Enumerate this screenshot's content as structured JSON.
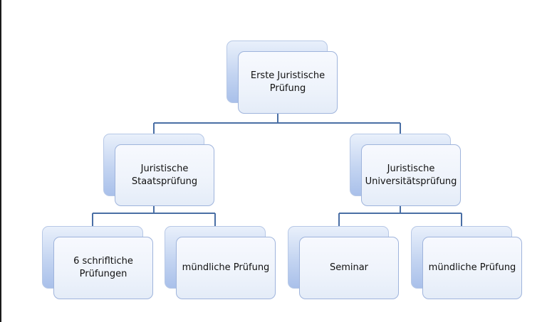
{
  "nodes": {
    "root": "Erste Juristische\nPrüfung",
    "staat": "Juristische\nStaatsprüfung",
    "uni": "Juristische\nUniversitätsprüfung",
    "schriftlich": "6 schrifltiche\nPrüfungen",
    "muendlich_staat": "mündliche Prüfung",
    "seminar": "Seminar",
    "muendlich_uni": "mündliche Prüfung"
  },
  "colors": {
    "connector": "#4a6fa5",
    "box_border": "#9fb4dc",
    "shadow_box": "#b7cbee"
  }
}
